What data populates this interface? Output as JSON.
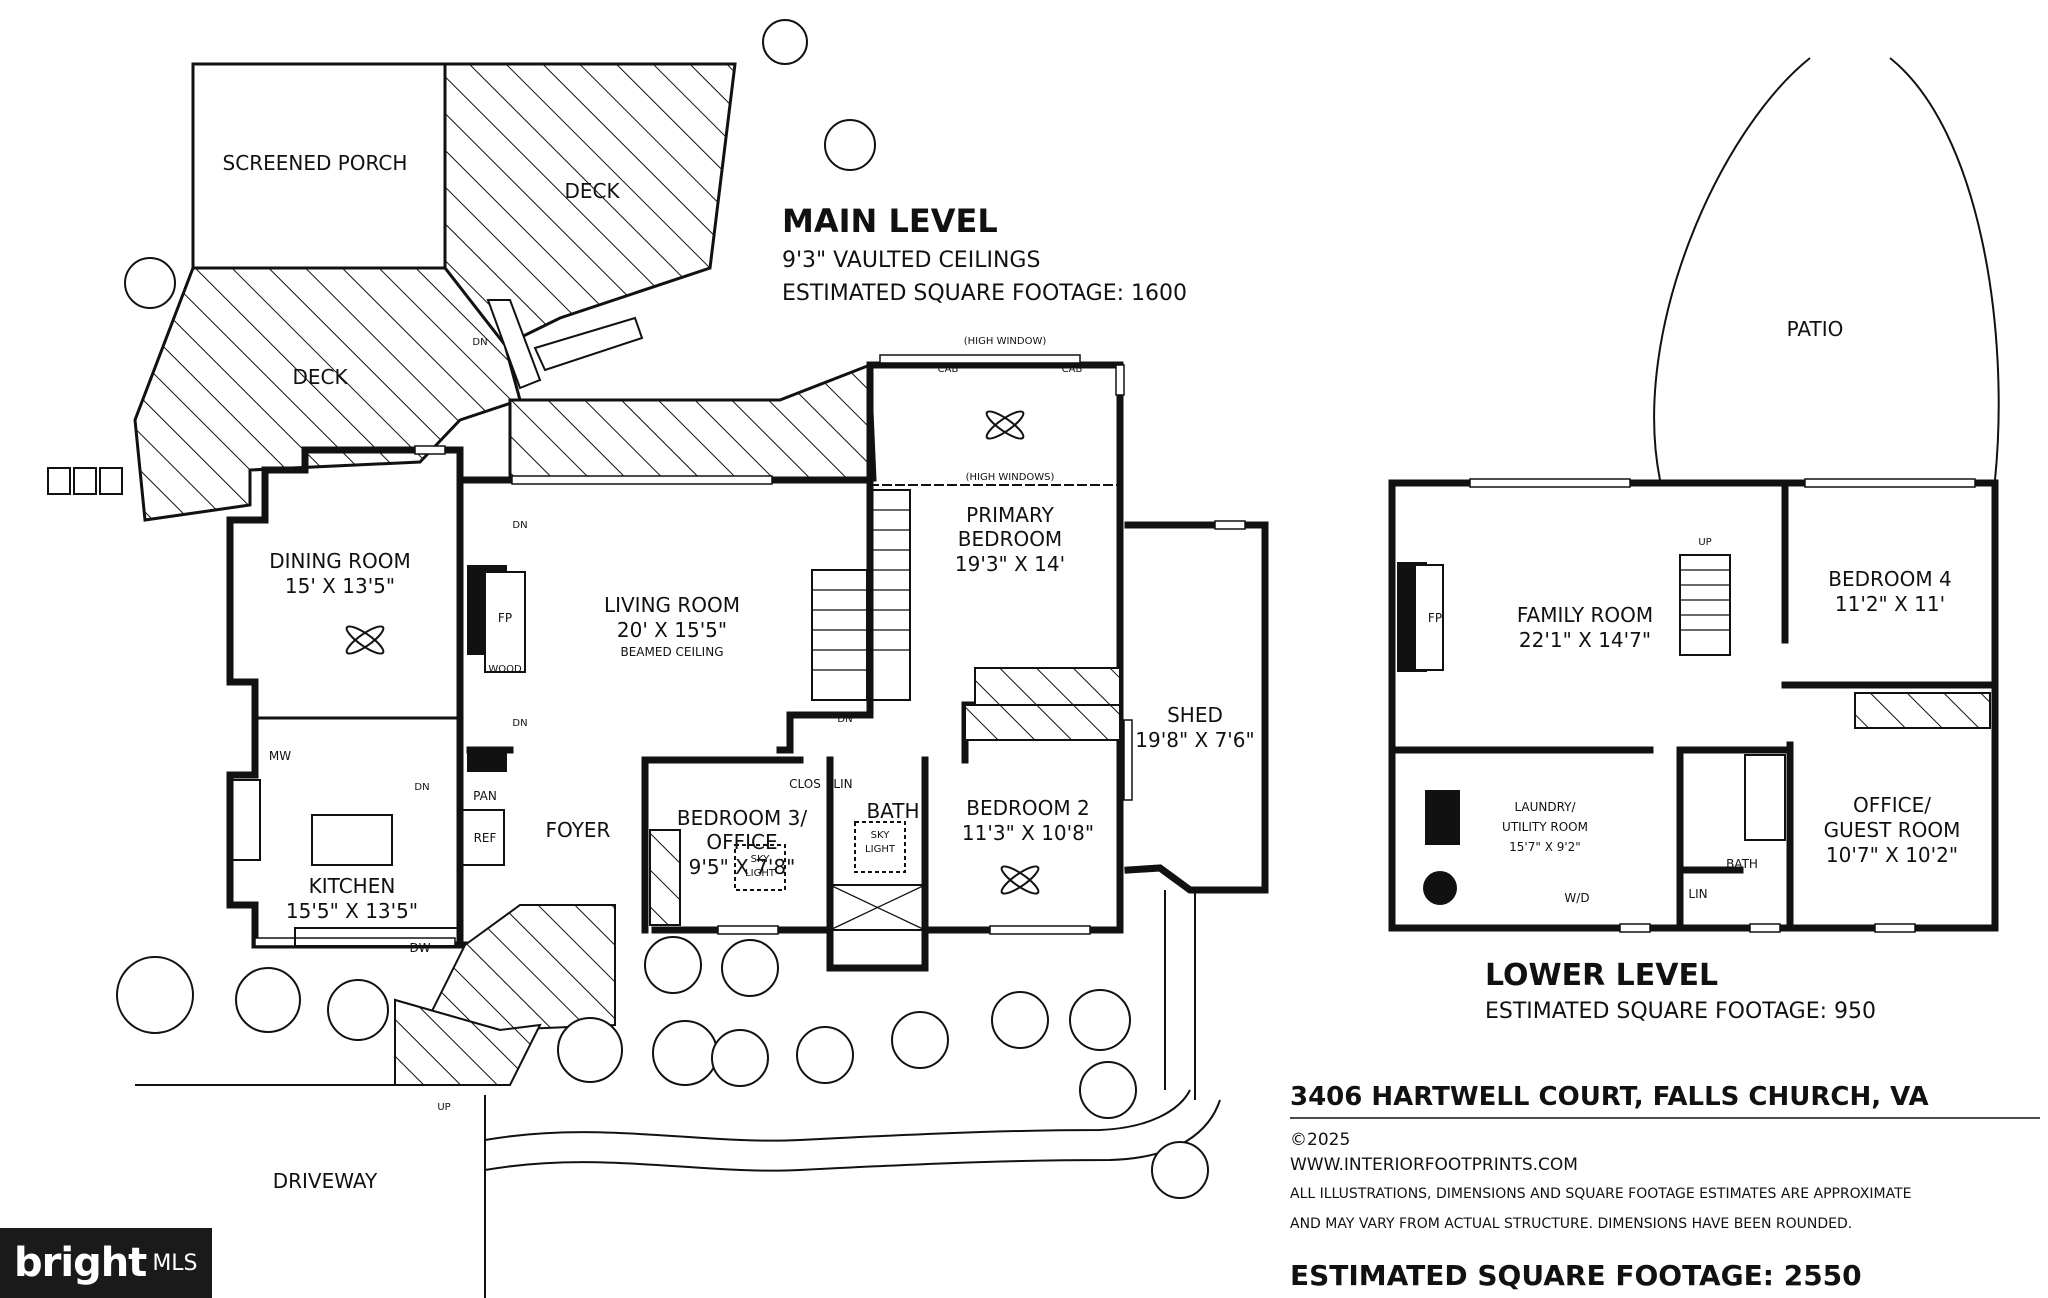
{
  "main_level": {
    "title": "MAIN LEVEL",
    "ceilings": "9'3\" VAULTED CEILINGS",
    "sqft": "ESTIMATED SQUARE FOOTAGE: 1600",
    "rooms": {
      "screened_porch": "SCREENED PORCH",
      "deck_upper": "DECK",
      "deck_lower": "DECK",
      "dining_room": {
        "name": "DINING ROOM",
        "dims": "15' X 13'5\""
      },
      "living_room": {
        "name": "LIVING ROOM",
        "dims": "20' X 15'5\"",
        "note": "BEAMED CEILING"
      },
      "primary_bedroom": {
        "name1": "PRIMARY",
        "name2": "BEDROOM",
        "dims": "19'3\" X 14'"
      },
      "kitchen": {
        "name": "KITCHEN",
        "dims": "15'5\" X 13'5\""
      },
      "foyer": "FOYER",
      "bedroom3": {
        "name1": "BEDROOM 3/",
        "name2": "OFFICE",
        "dims": "9'5\" X 7'8\""
      },
      "bath": "BATH",
      "bedroom2": {
        "name": "BEDROOM 2",
        "dims": "11'3\" X 10'8\""
      },
      "shed": {
        "name": "SHED",
        "dims": "19'8\" X 7'6\""
      },
      "driveway": "DRIVEWAY"
    },
    "fixtures": {
      "high_window": "(HIGH WINDOW)",
      "high_windows": "(HIGH WINDOWS)",
      "cab": "CAB",
      "fp": "FP",
      "wood": "WOOD",
      "mw": "MW",
      "pan": "PAN",
      "ref": "REF",
      "dw": "DW",
      "clos": "CLOS",
      "lin": "LIN",
      "sky": "SKY",
      "light": "LIGHT",
      "dn": "DN",
      "up": "UP"
    }
  },
  "lower_level": {
    "title": "LOWER LEVEL",
    "sqft": "ESTIMATED SQUARE FOOTAGE: 950",
    "rooms": {
      "patio": "PATIO",
      "family_room": {
        "name": "FAMILY ROOM",
        "dims": "22'1\" X 14'7\""
      },
      "bedroom4": {
        "name": "BEDROOM 4",
        "dims": "11'2\" X 11'"
      },
      "laundry": {
        "name1": "LAUNDRY/",
        "name2": "UTILITY ROOM",
        "dims": "15'7\" X 9'2\""
      },
      "bath": "BATH",
      "lin": "LIN",
      "wd": "W/D",
      "office": {
        "name1": "OFFICE/",
        "name2": "GUEST ROOM",
        "dims": "10'7\" X 10'2\""
      },
      "fp": "FP",
      "up": "UP"
    }
  },
  "footer": {
    "address": "3406 HARTWELL COURT, FALLS CHURCH, VA",
    "copyright": "©2025",
    "website": "WWW.INTERIORFOOTPRINTS.COM",
    "disclaimer1": "ALL ILLUSTRATIONS, DIMENSIONS AND SQUARE FOOTAGE ESTIMATES ARE APPROXIMATE",
    "disclaimer2": "AND MAY VARY FROM ACTUAL STRUCTURE. DIMENSIONS HAVE BEEN ROUNDED.",
    "total_sqft": "ESTIMATED SQUARE FOOTAGE: 2550"
  },
  "badge": {
    "brand": "bright",
    "mls": "MLS"
  }
}
